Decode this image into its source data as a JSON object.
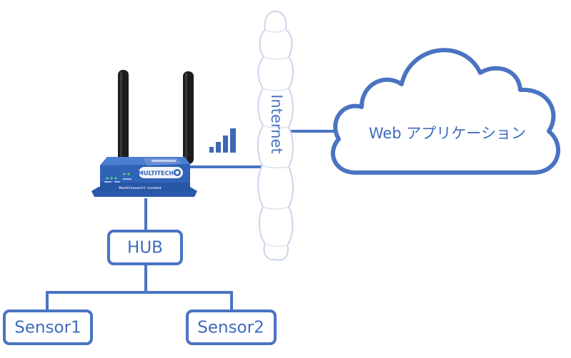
{
  "colors": {
    "accent": "#4a74c2",
    "text": "#3f6bbf",
    "internet_cloud": "#cbd5ea",
    "router_body": "#2f63b8",
    "antenna": "#1c1c1c"
  },
  "nodes": {
    "hub": {
      "label": "HUB"
    },
    "sensor1": {
      "label": "Sensor1"
    },
    "sensor2": {
      "label": "Sensor2"
    }
  },
  "internet": {
    "label": "Internet"
  },
  "web_app": {
    "label": "Web アプリケーション"
  },
  "router": {
    "brand": "MULTITECH",
    "model": "MultiConnect® Conduit",
    "signal_bars": 4
  }
}
